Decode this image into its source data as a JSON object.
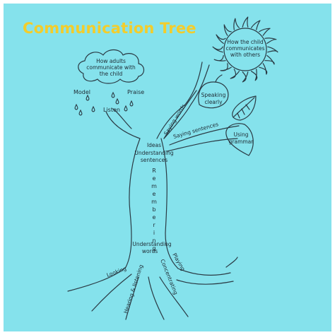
{
  "title": "Communication Tree",
  "cloud": {
    "text_line1": "How adults",
    "text_line2": "communicate with",
    "text_line3": "the child"
  },
  "adult_labels": {
    "model": "Model",
    "praise": "Praise",
    "listen": "Listen"
  },
  "sun": {
    "line1": "How the child",
    "line2": "communicates",
    "line3": "with others"
  },
  "leaves": {
    "speaking_line1": "Speaking",
    "speaking_line2": "clearly",
    "grammar_line1": "Using",
    "grammar_line2": "grammar"
  },
  "branches": {
    "saying_words": "Saying words",
    "saying_sentences": "Saying sentences"
  },
  "trunk": {
    "ideas": "Ideas",
    "understanding_sentences_line1": "Understanding",
    "understanding_sentences_line2": "sentences",
    "remembering_letters": [
      "R",
      "e",
      "m",
      "e",
      "m",
      "b",
      "e",
      "r",
      "i",
      "n",
      "g"
    ],
    "understanding_words_line1": "Understanding",
    "understanding_words_line2": "words"
  },
  "roots": {
    "looking": "Looking",
    "hearing_listening": "Hearing & listening",
    "concentrating": "Concentrating",
    "playing": "Playing"
  },
  "colors": {
    "background": "#85e2ec",
    "title": "#f2cd2c",
    "ink": "#2a3a44"
  }
}
